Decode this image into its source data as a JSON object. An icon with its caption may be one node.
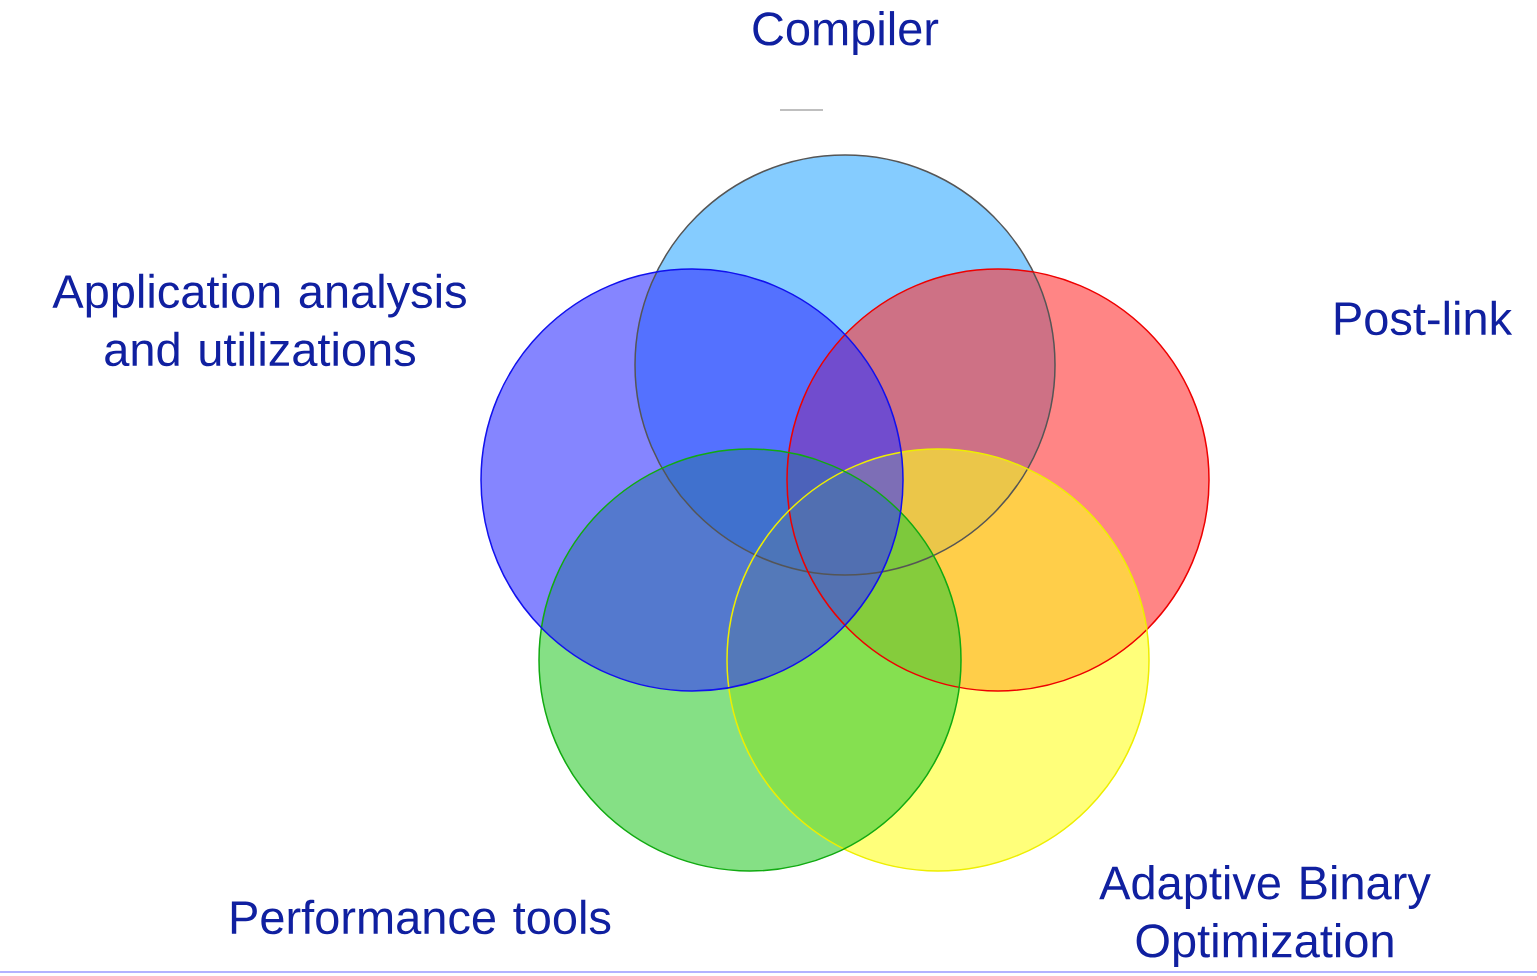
{
  "diagram": {
    "labels": [
      "Compiler",
      "Application analysis and utilizations",
      "Post-link",
      "Adaptive Binary Optimization",
      "Performance tools"
    ]
  }
}
